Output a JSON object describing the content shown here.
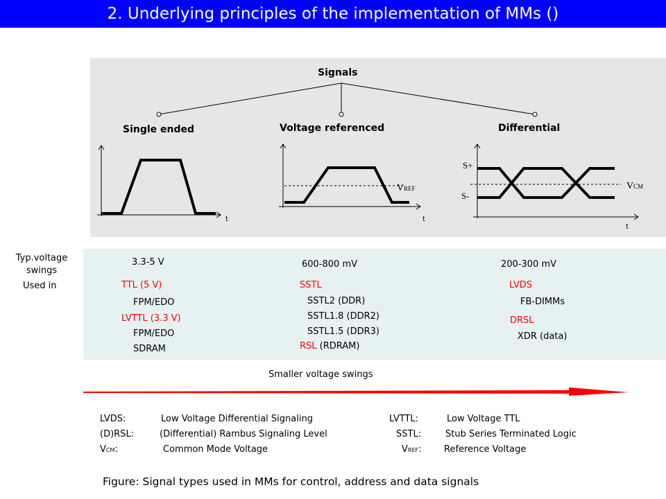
{
  "title": "2. Underlying principles of the implementation of MMs ()",
  "diagram": {
    "root": "Signals",
    "branches": [
      "Single ended",
      "Voltage referenced",
      "Differential"
    ],
    "axis_label": "t",
    "vref_label": {
      "main": "V",
      "sub": "REF"
    },
    "vcm_label": {
      "main": "V",
      "sub": "CM"
    },
    "s_plus": "S+",
    "s_minus": "S-"
  },
  "table": {
    "row1_label": "Typ.voltage swings",
    "row2_label": "Used in",
    "col1": {
      "swing": "3.3-5 V",
      "std1": "TTL (5 V)",
      "std1_uses": [
        "FPM/EDO"
      ],
      "std2": "LVTTL (3.3 V)",
      "std2_uses": [
        "FPM/EDO",
        "SDRAM"
      ]
    },
    "col2": {
      "swing": "600-800 mV",
      "std1": "SSTL",
      "std1_uses": [
        "SSTL2 (DDR)",
        "SSTL1.8 (DDR2)",
        "SSTL1.5 (DDR3)"
      ],
      "std2": "RSL",
      "std2_suffix": "(RDRAM)"
    },
    "col3": {
      "swing": "200-300 mV",
      "std1": "LVDS",
      "std1_uses": [
        "FB-DIMMs"
      ],
      "std2": "DRSL",
      "std2_uses": [
        "XDR (data)"
      ]
    }
  },
  "arrow_label": "Smaller voltage swings",
  "glossary": {
    "left": [
      {
        "term": "LVDS:",
        "def": "Low Voltage Differential Signaling"
      },
      {
        "term": "(D)RSL:",
        "def": "(Differential) Rambus Signaling Level"
      },
      {
        "term_main": "V",
        "term_sub": "CM",
        "term_tail": ":",
        "def": "Common Mode Voltage"
      }
    ],
    "right": [
      {
        "term": "LVTTL:",
        "def": "Low Voltage TTL"
      },
      {
        "term": "SSTL:",
        "def": "Stub Series Terminated Logic"
      },
      {
        "term_main": "V",
        "term_sub": "REF",
        "term_tail": ":",
        "def": "Reference Voltage"
      }
    ]
  },
  "caption": "Figure: Signal types used in MMs for control, address and data signals",
  "colors": {
    "title_bg": "#0000ff",
    "accent_red": "#ff0000",
    "diagram_bg": "#e6e6e6",
    "table_bg": "#e6f2f2"
  }
}
